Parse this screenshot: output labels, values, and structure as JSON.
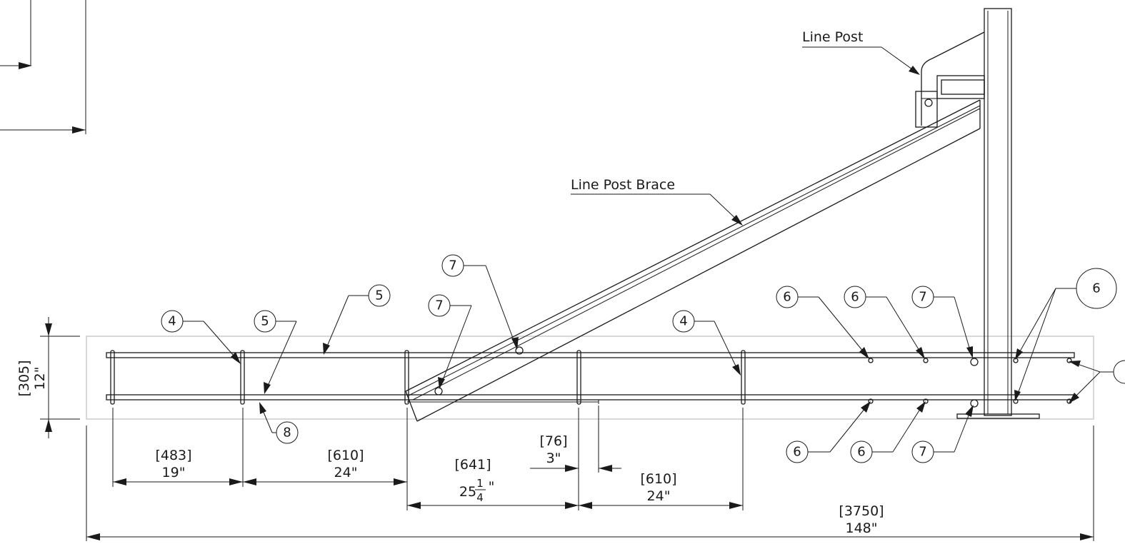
{
  "labels": {
    "line_post": "Line Post",
    "line_post_brace": "Line Post Brace"
  },
  "balloons": {
    "b7_top": "7",
    "b7_mid": "7",
    "b5_top": "5",
    "b4_left": "4",
    "b5_left": "5",
    "b4_right": "4",
    "b6_a": "6",
    "b6_b": "6",
    "b7_right": "7",
    "b6_big": "6",
    "b8": "8",
    "b6_c": "6",
    "b6_d": "6",
    "b7_bottom": "7"
  },
  "dimensions": {
    "height_mm": "[305]",
    "height_in": "12\"",
    "d1_mm": "[483]",
    "d1_in": "19\"",
    "d2_mm": "[610]",
    "d2_in": "24\"",
    "d3_mm": "[641]",
    "d3_in_whole": "25",
    "d3_in_num": "1",
    "d3_in_den": "4",
    "d3_in_unit": "\"",
    "d4_mm": "[76]",
    "d4_in": "3\"",
    "d5_mm": "[610]",
    "d5_in": "24\"",
    "total_mm": "[3750]",
    "total_in": "148\""
  }
}
